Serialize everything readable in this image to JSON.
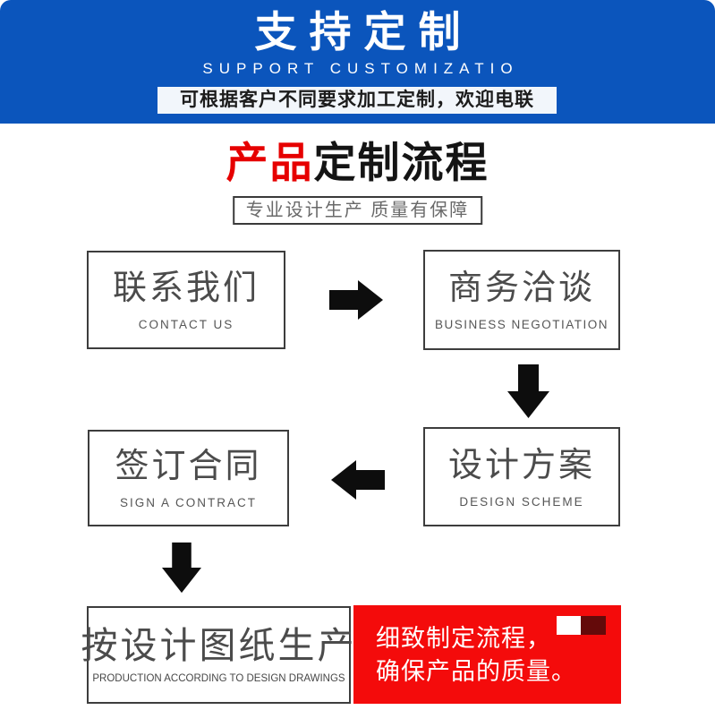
{
  "banner": {
    "title": "支持定制",
    "subtitle": "SUPPORT CUSTOMIZATIO",
    "tagline": "可根据客户不同要求加工定制，欢迎电联",
    "bg_color": "#0b55bc",
    "tagline_bg_color": "#f2f6fb"
  },
  "section": {
    "title_red": "产品",
    "title_black": "定制流程",
    "title_red_color": "#e60000",
    "subtitle_box": "专业设计生产 质量有保障"
  },
  "flow": {
    "steps": [
      {
        "zh": "联系我们",
        "en": "CONTACT US"
      },
      {
        "zh": "商务洽谈",
        "en": "BUSINESS NEGOTIATION"
      },
      {
        "zh": "设计方案",
        "en": "DESIGN SCHEME"
      },
      {
        "zh": "签订合同",
        "en": "SIGN A CONTRACT"
      },
      {
        "zh": "按设计图纸生产",
        "en": "PRODUCTION ACCORDING TO DESIGN DRAWINGS"
      }
    ],
    "arrows": [
      {
        "name": "arrow-right-icon",
        "direction": "right"
      },
      {
        "name": "arrow-down-icon",
        "direction": "down"
      },
      {
        "name": "arrow-left-icon",
        "direction": "left"
      },
      {
        "name": "arrow-down-icon",
        "direction": "down"
      }
    ],
    "arrow_color": "#0d0d0d",
    "box_border_color": "#3d3d3d"
  },
  "note": {
    "line1": "细致制定流程，",
    "line2": "确保产品的质量。",
    "bg_color": "#f40b0b",
    "square_white_color": "#ffffff",
    "square_dark_color": "#640a0a"
  }
}
